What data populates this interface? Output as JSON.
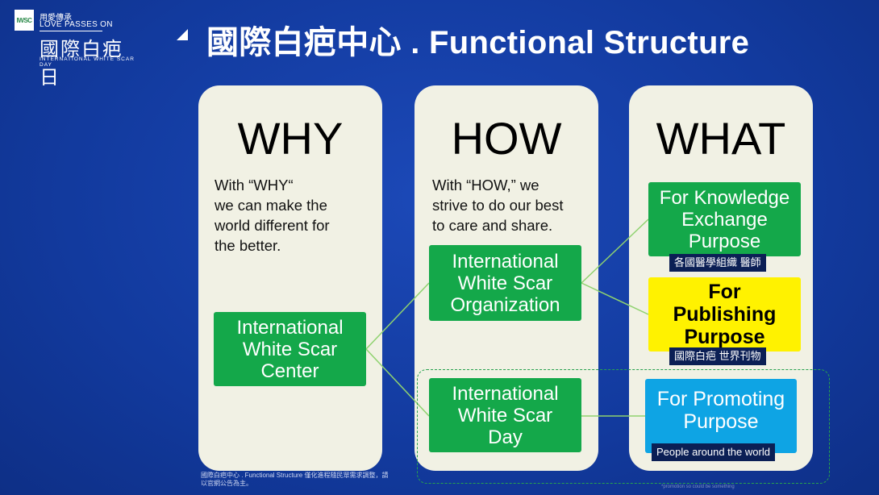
{
  "logo": {
    "mark": "IWSC",
    "line1": "用愛傳承",
    "line2": "LOVE PASSES ON",
    "big": "國際白疤日",
    "small": "INTERNATIONAL WHITE SCAR DAY"
  },
  "title": "國際白疤中心 . Functional Structure",
  "columns": [
    {
      "heading": "WHY",
      "desc": [
        "With “WHY“",
        "we can make the",
        "world different for",
        "the better."
      ]
    },
    {
      "heading": "HOW",
      "desc": [
        "With “HOW,” we",
        "strive to do our best",
        "to care and share."
      ]
    },
    {
      "heading": "WHAT"
    }
  ],
  "boxes": {
    "center": [
      "International",
      "White Scar",
      "Center"
    ],
    "organization": [
      "International",
      "White Scar",
      "Organization"
    ],
    "day": [
      "International",
      "White Scar",
      "Day"
    ],
    "knowledge": [
      "For Knowledge",
      "Exchange",
      "Purpose"
    ],
    "publishing": [
      "For",
      "Publishing",
      "Purpose"
    ],
    "promoting": [
      "For Promoting",
      "Purpose"
    ]
  },
  "tags": {
    "knowledge": "各國醫學組織 醫師",
    "publishing": "國際白疤 世界刊物",
    "promoting": "People around the world"
  },
  "footnote": "國際白疤中心 . Functional Structure 僅化進程隨民眾需求調整，請以官網公告為主。",
  "footnote2": "*promotion so could be something",
  "colors": {
    "background": "#123a9e",
    "panel": "#f1f1e4",
    "green": "#14a84a",
    "yellow": "#fff200",
    "cyan": "#0ea4e4",
    "tag": "#0b1f55",
    "connector": "#8fd26f"
  }
}
